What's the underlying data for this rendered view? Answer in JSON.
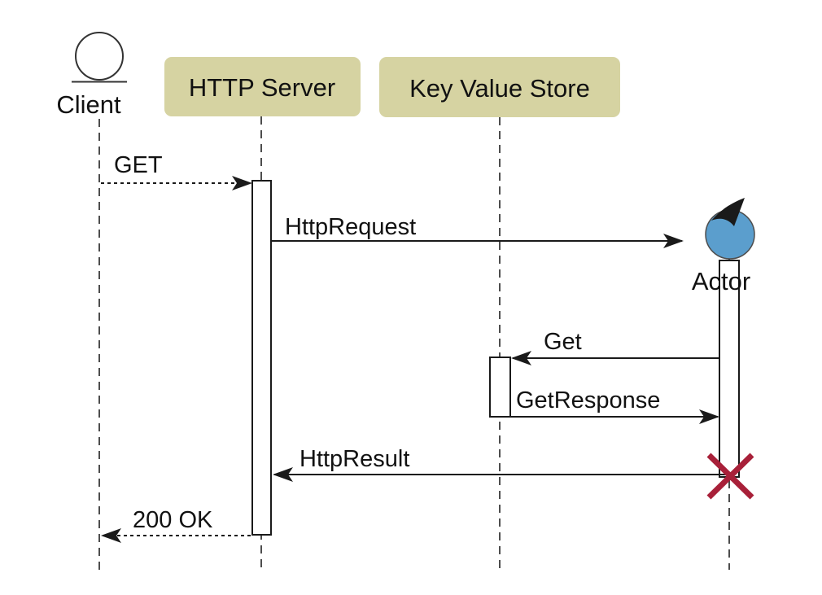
{
  "diagram": {
    "kind": "uml-sequence-diagram",
    "participants": [
      {
        "id": "client",
        "label": "Client",
        "head": "boundary-circle"
      },
      {
        "id": "http-server",
        "label": "HTTP Server",
        "head": "named-box"
      },
      {
        "id": "kv-store",
        "label": "Key Value Store",
        "head": "named-box"
      },
      {
        "id": "actor",
        "label": "Actor",
        "head": "actor-circle-with-rotation-arrow"
      }
    ],
    "messages": [
      {
        "label": "GET",
        "from": "Client",
        "to": "HTTP Server",
        "style": "dashed"
      },
      {
        "label": "HttpRequest",
        "from": "HTTP Server",
        "to": "Actor",
        "style": "solid"
      },
      {
        "label": "Get",
        "from": "Actor",
        "to": "Key Value Store",
        "style": "solid"
      },
      {
        "label": "GetResponse",
        "from": "Key Value Store",
        "to": "Actor",
        "style": "solid"
      },
      {
        "label": "HttpResult",
        "from": "Actor",
        "to": "HTTP Server",
        "style": "solid"
      },
      {
        "label": "200 OK",
        "from": "HTTP Server",
        "to": "Client",
        "style": "dashed"
      }
    ],
    "annotations": [
      {
        "id": "destroy-x",
        "meaning": "actor termination mark on Actor lifeline"
      }
    ],
    "colors": {
      "participant_box": "#d6d3a2",
      "actor_fill": "#5b9ecd",
      "destroy_x": "#a82039",
      "line": "#1a1a1a",
      "lifeline": "#4d4d4d"
    }
  }
}
